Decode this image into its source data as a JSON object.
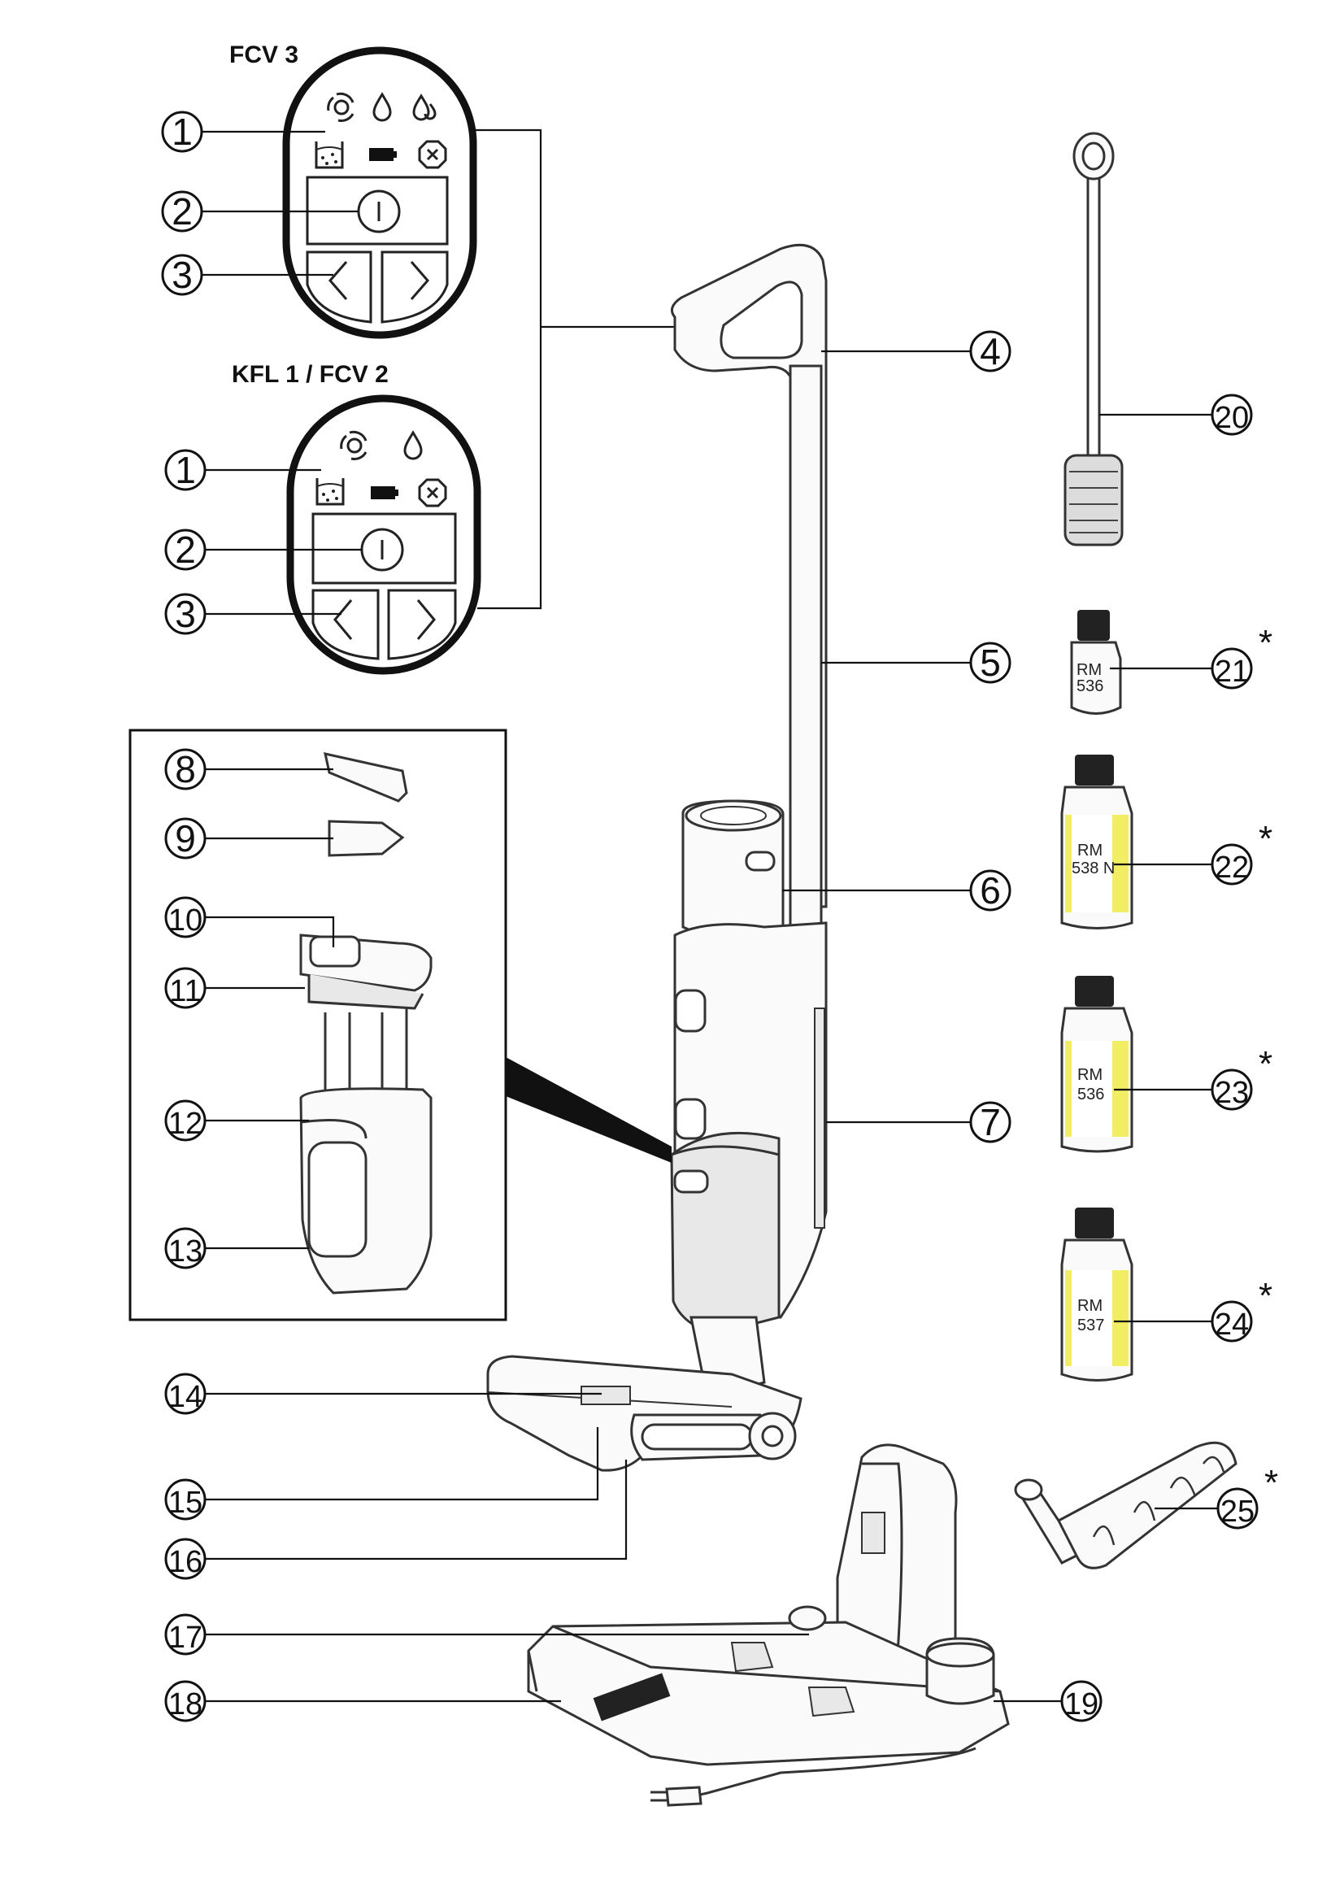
{
  "panels": [
    {
      "title": "FCV 3"
    },
    {
      "title": "KFL 1 / FCV 2"
    }
  ],
  "callouts": {
    "c1a": "1",
    "c2a": "2",
    "c3a": "3",
    "c1b": "1",
    "c2b": "2",
    "c3b": "3",
    "c4": "4",
    "c5": "5",
    "c6": "6",
    "c7": "7",
    "c8": "8",
    "c9": "9",
    "c10": "10",
    "c11": "11",
    "c12": "12",
    "c13": "13",
    "c14": "14",
    "c15": "15",
    "c16": "16",
    "c17": "17",
    "c18": "18",
    "c19": "19",
    "c20": "20",
    "c21": "21",
    "c22": "22",
    "c23": "23",
    "c24": "24",
    "c25": "25"
  },
  "asterisk": "*",
  "bottles": {
    "b21": {
      "line1": "RM",
      "line2": "536"
    },
    "b22": {
      "line1": "RM",
      "line2": "538 N"
    },
    "b23": {
      "line1": "RM",
      "line2": "536"
    },
    "b24": {
      "line1": "RM",
      "line2": "537"
    }
  },
  "icons": [
    "suction-mode-icon",
    "water-drop-icon",
    "double-drop-icon",
    "dirty-water-tank-icon",
    "battery-icon",
    "error-x-icon",
    "power-button-icon",
    "arrow-left-icon",
    "arrow-right-icon"
  ],
  "colors": {
    "line": "#111111",
    "label_yellow": "#f2ee63",
    "fill": "#fafafa"
  }
}
